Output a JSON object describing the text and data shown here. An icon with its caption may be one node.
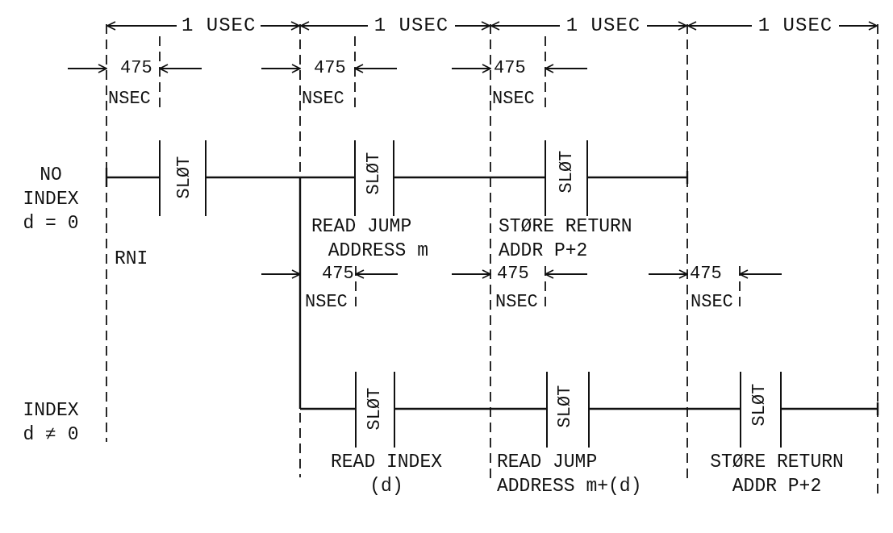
{
  "diagram": {
    "labels": [
      "1 USEC",
      "1 USEC",
      "1 USEC",
      "1 USEC",
      "475",
      "475",
      "475",
      "NSEC",
      "NSEC",
      "NSEC",
      "NO INDEX d = 0",
      "SLØT",
      "SLØT",
      "SLØT",
      "READ JUMP ADDRESS m",
      "STØRE RETURN ADDR P+2",
      "RNI",
      "475",
      "475",
      "475",
      "NSEC",
      "NSEC",
      "NSEC",
      "INDEX d ≠ 0",
      "SLØT",
      "SLØT",
      "SLØT",
      "READ INDEX (d)",
      "READ JUMP ADDRESS m+(d)",
      "STØRE RETURN ADDR P+2"
    ]
  }
}
